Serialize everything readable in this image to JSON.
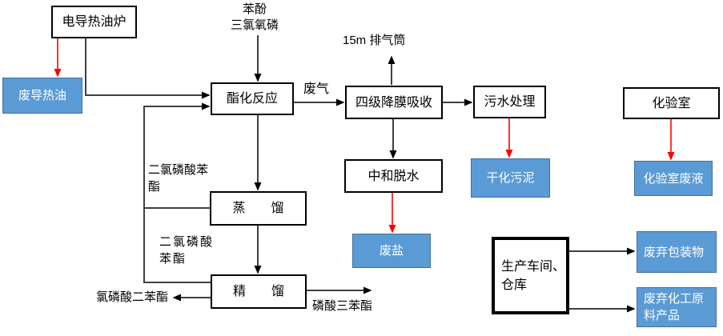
{
  "colors": {
    "blue_fill": "#5B9BD5",
    "blue_border": "#41719C",
    "line_dark": "#3F3F3F",
    "arrow_red": "#FF0000",
    "box_border": "#000000",
    "text_dark": "#000000",
    "text_light": "#FFFFFF"
  },
  "nodes": {
    "furnace": "电导热油炉",
    "waste_heat_oil": "废导热油",
    "esterification": "酯化反应",
    "absorption": "四级降膜吸收",
    "sewage_treatment": "污水处理",
    "dried_sludge": "干化污泥",
    "neutralization": "中和脱水",
    "waste_salt": "废盐",
    "laboratory": "化验室",
    "lab_waste_liquid": "化验室废液",
    "distillation": "蒸　　馏",
    "rectification": "精　　馏",
    "workshop": "生产车间、\n仓库",
    "waste_packaging": "废弃包装物",
    "waste_chemical_products": "废弃化工原\n料产品"
  },
  "labels": {
    "feed": "苯酚\n三氯氧磷",
    "stack": "15m 排气筒",
    "waste_gas": "废气",
    "recycle_top": "二氯磷酸苯\n酯",
    "recycle_bottom": "二氯磷酸\n苯酯",
    "product_left": "氯磷酸二苯酯",
    "product_right": "磷酸三苯酯"
  }
}
